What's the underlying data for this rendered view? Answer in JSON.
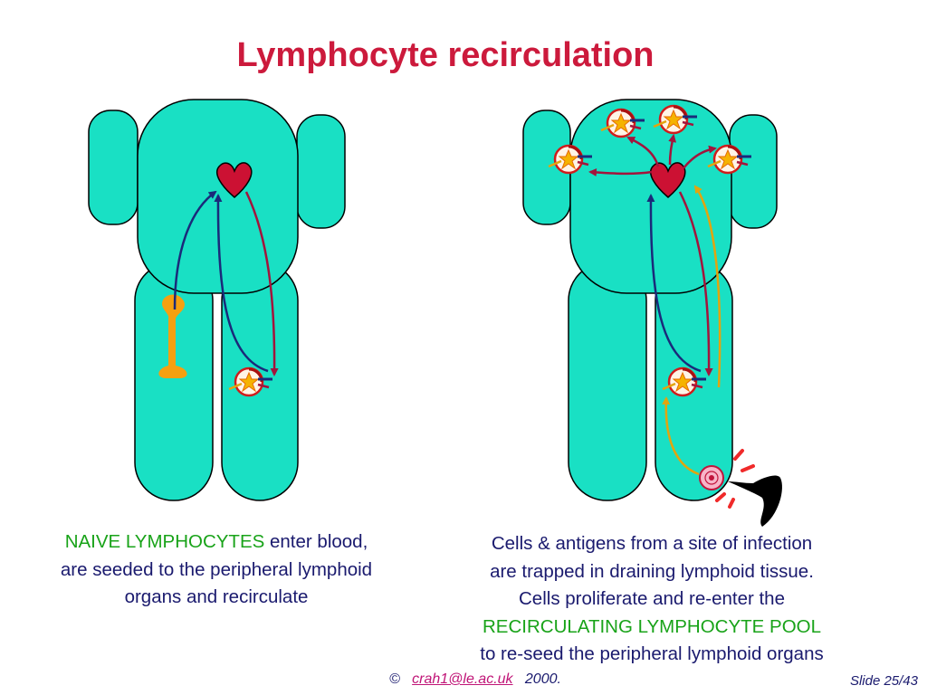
{
  "title": "Lymphocyte recirculation",
  "captions": {
    "left": {
      "highlight": "NAIVE LYMPHOCYTES",
      "rest": " enter blood, are seeded to the peripheral lymphoid organs and recirculate"
    },
    "right": {
      "line1": "Cells & antigens from a site of infection",
      "line2": "are trapped in draining lymphoid tissue.",
      "line3": "Cells proliferate and re-enter the",
      "highlight": "RECIRCULATING LYMPHOCYTE POOL",
      "line5": "to re-seed the peripheral lymphoid organs"
    }
  },
  "footer": {
    "copyright_symbol": "©",
    "email": "crah1@le.ac.uk",
    "year": "2000.",
    "slide": "Slide 25/43"
  },
  "colors": {
    "body_fill": "#19e0c4",
    "heart": "#cc1133",
    "bone": "#f5a010",
    "arrow_blue": "#1a2a7a",
    "arrow_red": "#a3143c",
    "arrow_orange": "#e3a40e",
    "title": "#cc1a3c",
    "highlight_green": "#19a319"
  }
}
